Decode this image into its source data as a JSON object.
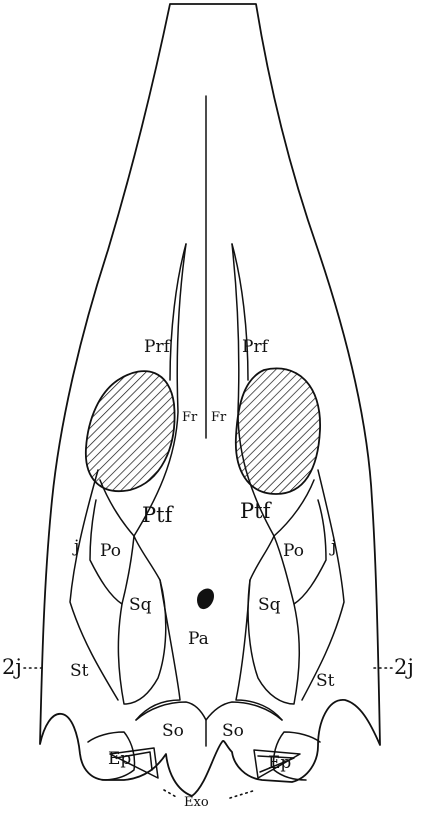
{
  "labels": {
    "prf_left": "Prf",
    "prf_right": "Prf",
    "fr_left": "Fr",
    "fr_right": "Fr",
    "ptf_left": "Ptf",
    "ptf_right": "Ptf",
    "j_left": "j",
    "j_right": "j",
    "po_left": "Po",
    "po_right": "Po",
    "sq_left": "Sq",
    "sq_right": "Sq",
    "pa": "Pa",
    "st_left": "St",
    "st_right": "St",
    "so_left": "So",
    "so_right": "So",
    "ep_left": "Ep",
    "ep_right": "Ep",
    "qj_left": "2j",
    "qj_right": "2j",
    "exo": "Exo"
  }
}
